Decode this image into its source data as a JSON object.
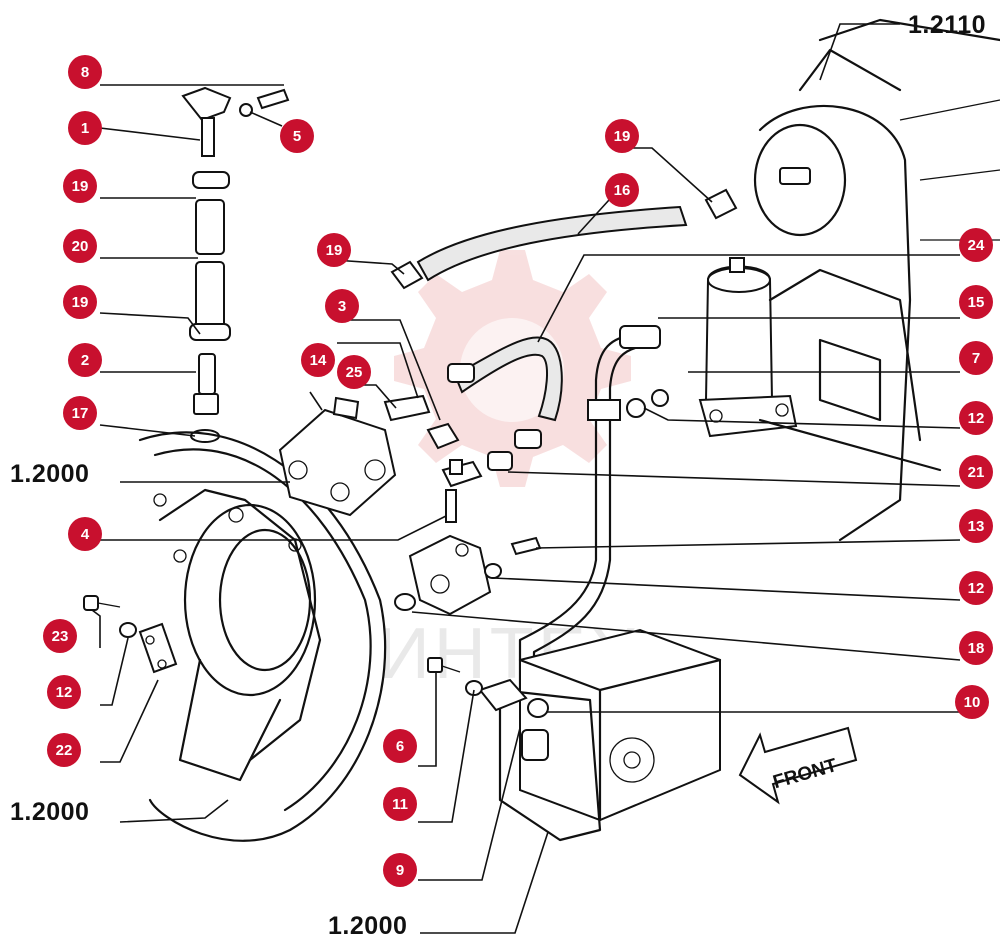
{
  "callouts": [
    "8",
    "1",
    "5",
    "19",
    "20",
    "19",
    "2",
    "17",
    "19",
    "16",
    "3",
    "14",
    "25",
    "19",
    "24",
    "15",
    "7",
    "12",
    "21",
    "4",
    "13",
    "12",
    "18",
    "23",
    "12",
    "22",
    "6",
    "11",
    "9",
    "10"
  ],
  "reference_labels": [
    "1.2110",
    "1.2000",
    "1.2000",
    "1.2000"
  ],
  "front_arrow_text": "FRONT",
  "watermark_text": "ИНТЕХ",
  "colors": {
    "callout": "#c8102e",
    "callout_text": "#ffffff",
    "ink": "#111111",
    "watermark": "#f3c6c6"
  }
}
